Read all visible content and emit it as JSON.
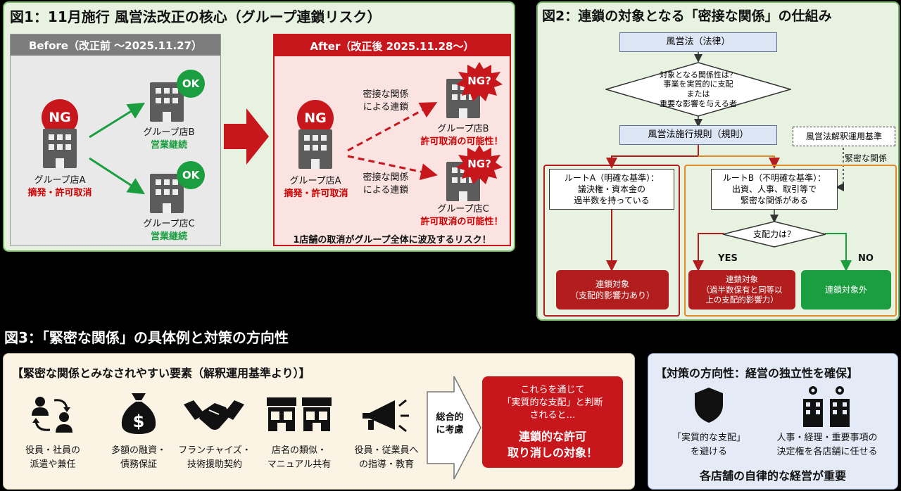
{
  "fig1": {
    "title": "図1：11月施行 風営法改正の核心（グループ連鎖リスク）",
    "before_header": "Before（改正前 〜2025.11.27）",
    "after_header": "After（改正後 2025.11.28〜）",
    "before": {
      "a_badge": "NG",
      "a_name": "グループ店A",
      "a_status": "摘発・許可取消",
      "b_badge": "OK",
      "b_name": "グループ店B",
      "b_status": "営業継続",
      "c_badge": "OK",
      "c_name": "グループ店C",
      "c_status": "営業継続"
    },
    "after": {
      "a_badge": "NG",
      "a_name": "グループ店A",
      "a_status": "摘発・許可取消",
      "b_badge": "NG?",
      "b_name": "グループ店B",
      "b_status": "許可取消の可能性！",
      "c_badge": "NG?",
      "c_name": "グループ店C",
      "c_status": "許可取消の可能性！",
      "link_label_1": "密接な関係\nによる連鎖",
      "link_label_2": "密接な関係\nによる連鎖",
      "footer": "1店舗の取消がグループ全体に波及するリスク！"
    },
    "colors": {
      "panel": "#e8f2e1",
      "green_border": "#79b567",
      "before_header": "#7d7d7d",
      "after_header": "#c8161d",
      "after_bg": "#fae3e1",
      "arrow_green": "#1a9e3f",
      "arrow_red": "#c8161d"
    }
  },
  "fig2": {
    "title": "図2：連鎖の対象となる「密接な関係」の仕組み",
    "law": "風営法（法律）",
    "decision": "対象となる関係性は？\n事業を実質的に支配\nまたは\n重要な影響を与える者",
    "rules": "風営法施行規則（規則）",
    "guideline": "風営法解釈運用基準",
    "guideline_link": "緊密な関係",
    "route_a": "ルートA（明確な基準）：\n議決権・資本金の\n過半数を持っている",
    "route_b": "ルートB（不明確な基準）：\n出資、人事、取引等で\n緊密な関係がある",
    "control": "支配力は？",
    "yes": "YES",
    "no": "NO",
    "result_a": "連鎖対象\n（支配的影響力あり）",
    "result_b": "連鎖対象\n（過半数保有と同等以\n上の支配的影響力）",
    "result_no": "連鎖対象外"
  },
  "fig3": {
    "title": "図3：「緊密な関係」の具体例と対策の方向性",
    "elements_header": "【緊密な関係とみなされやすい要素（解釈運用基準より）】",
    "items": [
      {
        "icon": "people-exchange-icon",
        "label": "役員・社員の\n派遣や兼任"
      },
      {
        "icon": "money-bag-icon",
        "label": "多額の融資・\n債務保証"
      },
      {
        "icon": "handshake-icon",
        "label": "フランチャイズ・\n技術援助契約"
      },
      {
        "icon": "storefront-icon",
        "label": "店名の類似・\nマニュアル共有"
      },
      {
        "icon": "megaphone-icon",
        "label": "役員・従業員へ\nの指導・教育"
      }
    ],
    "arrow_label": "総合的\nに考慮",
    "conclusion_small": "これらを通じて\n「実質的な支配」と判断\nされると…",
    "conclusion_big": "連鎖的な許可\n取り消しの対象！",
    "measures_header": "【対策の方向性：経営の独立性を確保】",
    "measure_1": "「実質的な支配」\nを避ける",
    "measure_2": "人事・経理・重要事項の\n決定権を各店舗に任せる",
    "measures_footer": "各店舗の自律的な経営が重要"
  }
}
